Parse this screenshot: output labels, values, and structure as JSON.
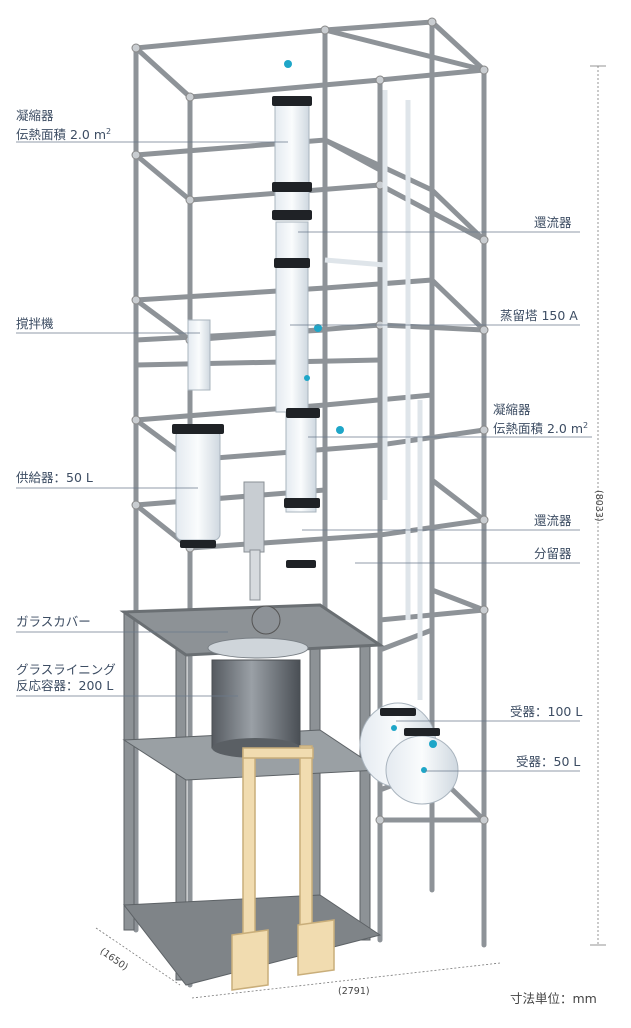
{
  "labels": {
    "condenser_top_1": "凝縮器",
    "condenser_top_2": "伝熱面積 2.0 m",
    "sup2": "2",
    "reflux_top": "還流器",
    "agitator": "撹拌機",
    "column": "蒸留塔 150 A",
    "condenser_mid_1": "凝縮器",
    "condenser_mid_2": "伝熱面積 2.0 m",
    "feeder": "供給器：50 L",
    "reflux_mid": "還流器",
    "splitter": "分留器",
    "glass_cover": "ガラスカバー",
    "reactor_1": "グラスライニング",
    "reactor_2": "反応容器：200 L",
    "receiver_100": "受器：100 L",
    "receiver_50": "受器：50 L"
  },
  "dimensions": {
    "height": "(8033)",
    "width": "(2791)",
    "depth": "(1650)"
  },
  "unit_note": "寸法単位：mm"
}
